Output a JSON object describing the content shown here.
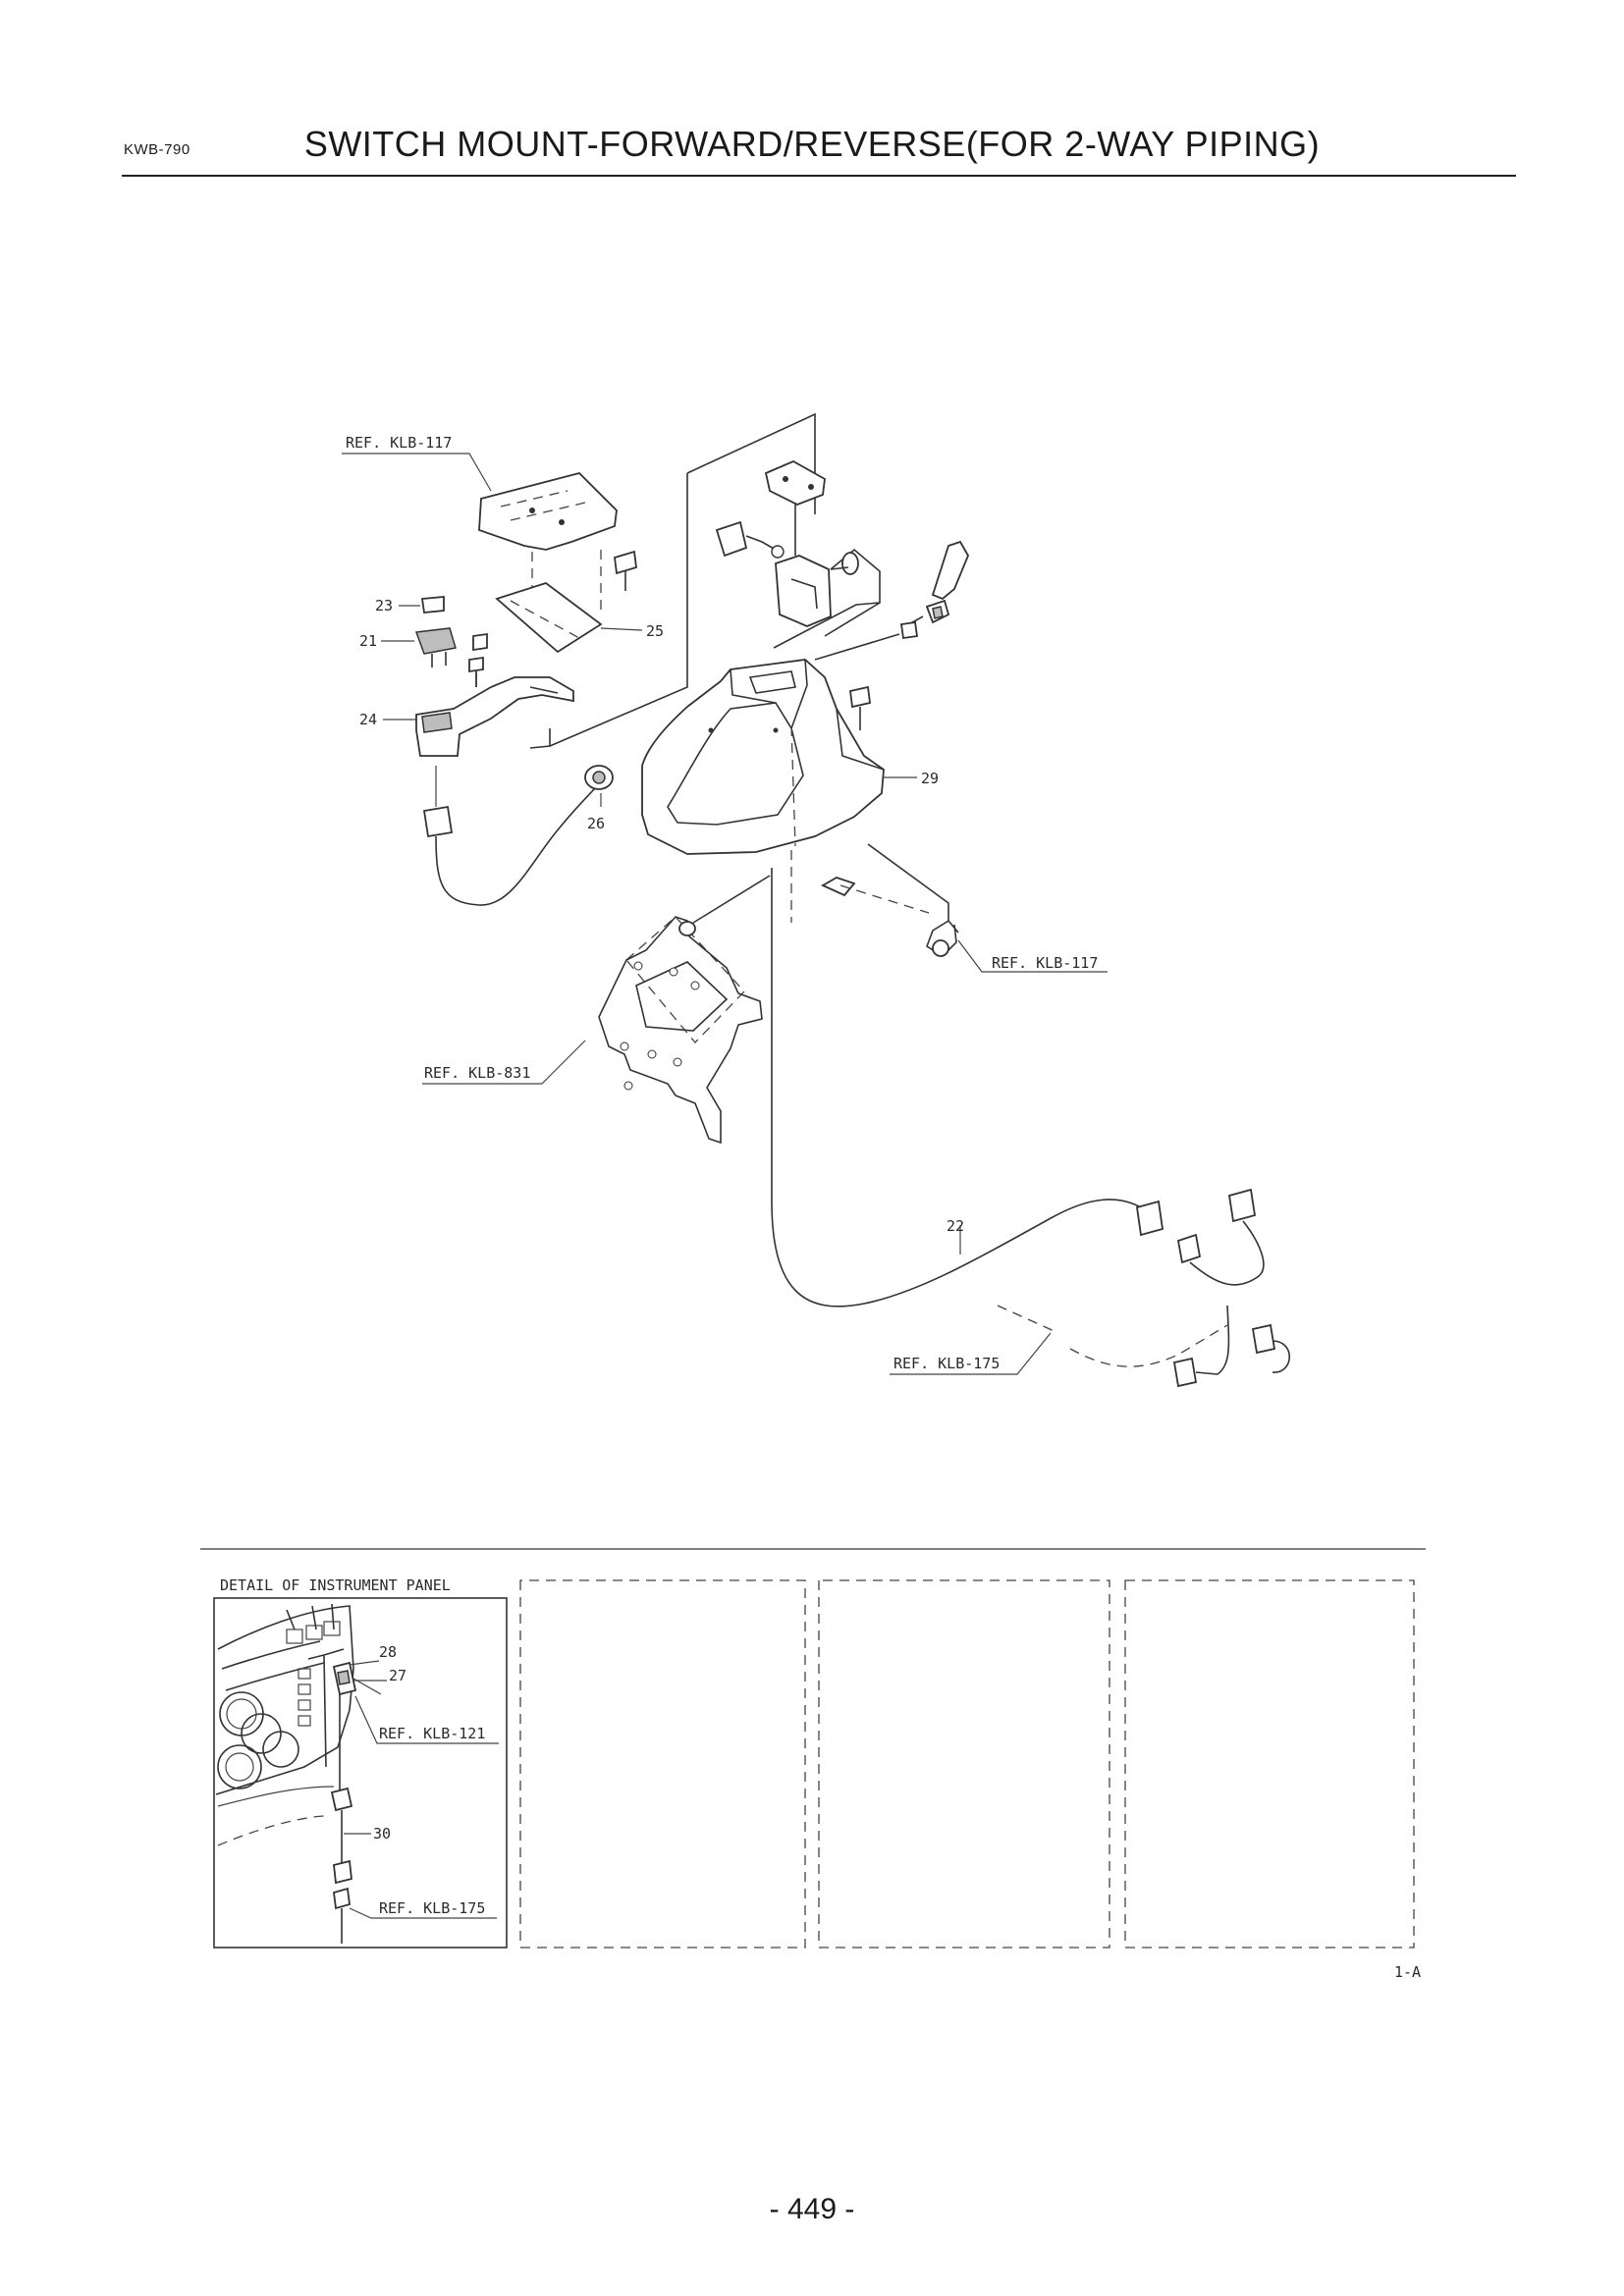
{
  "header": {
    "model_code": "KWB-790",
    "title": "SWITCH MOUNT-FORWARD/REVERSE(FOR 2-WAY PIPING)"
  },
  "diagram": {
    "callouts": {
      "ref_117_top": "REF. KLB-117",
      "p23": "23",
      "p21": "21",
      "p25": "25",
      "p24": "24",
      "p26": "26",
      "p29": "29",
      "ref_117_right": "REF. KLB-117",
      "ref_831": "REF. KLB-831",
      "p22": "22",
      "ref_175": "REF. KLB-175"
    },
    "detail": {
      "caption": "DETAIL OF INSTRUMENT PANEL",
      "p28": "28",
      "p27": "27",
      "ref_121": "REF. KLB-121",
      "p30": "30",
      "ref_175": "REF. KLB-175"
    },
    "sheet_code": "1-A"
  },
  "footer": {
    "page_number": "- 449 -"
  }
}
